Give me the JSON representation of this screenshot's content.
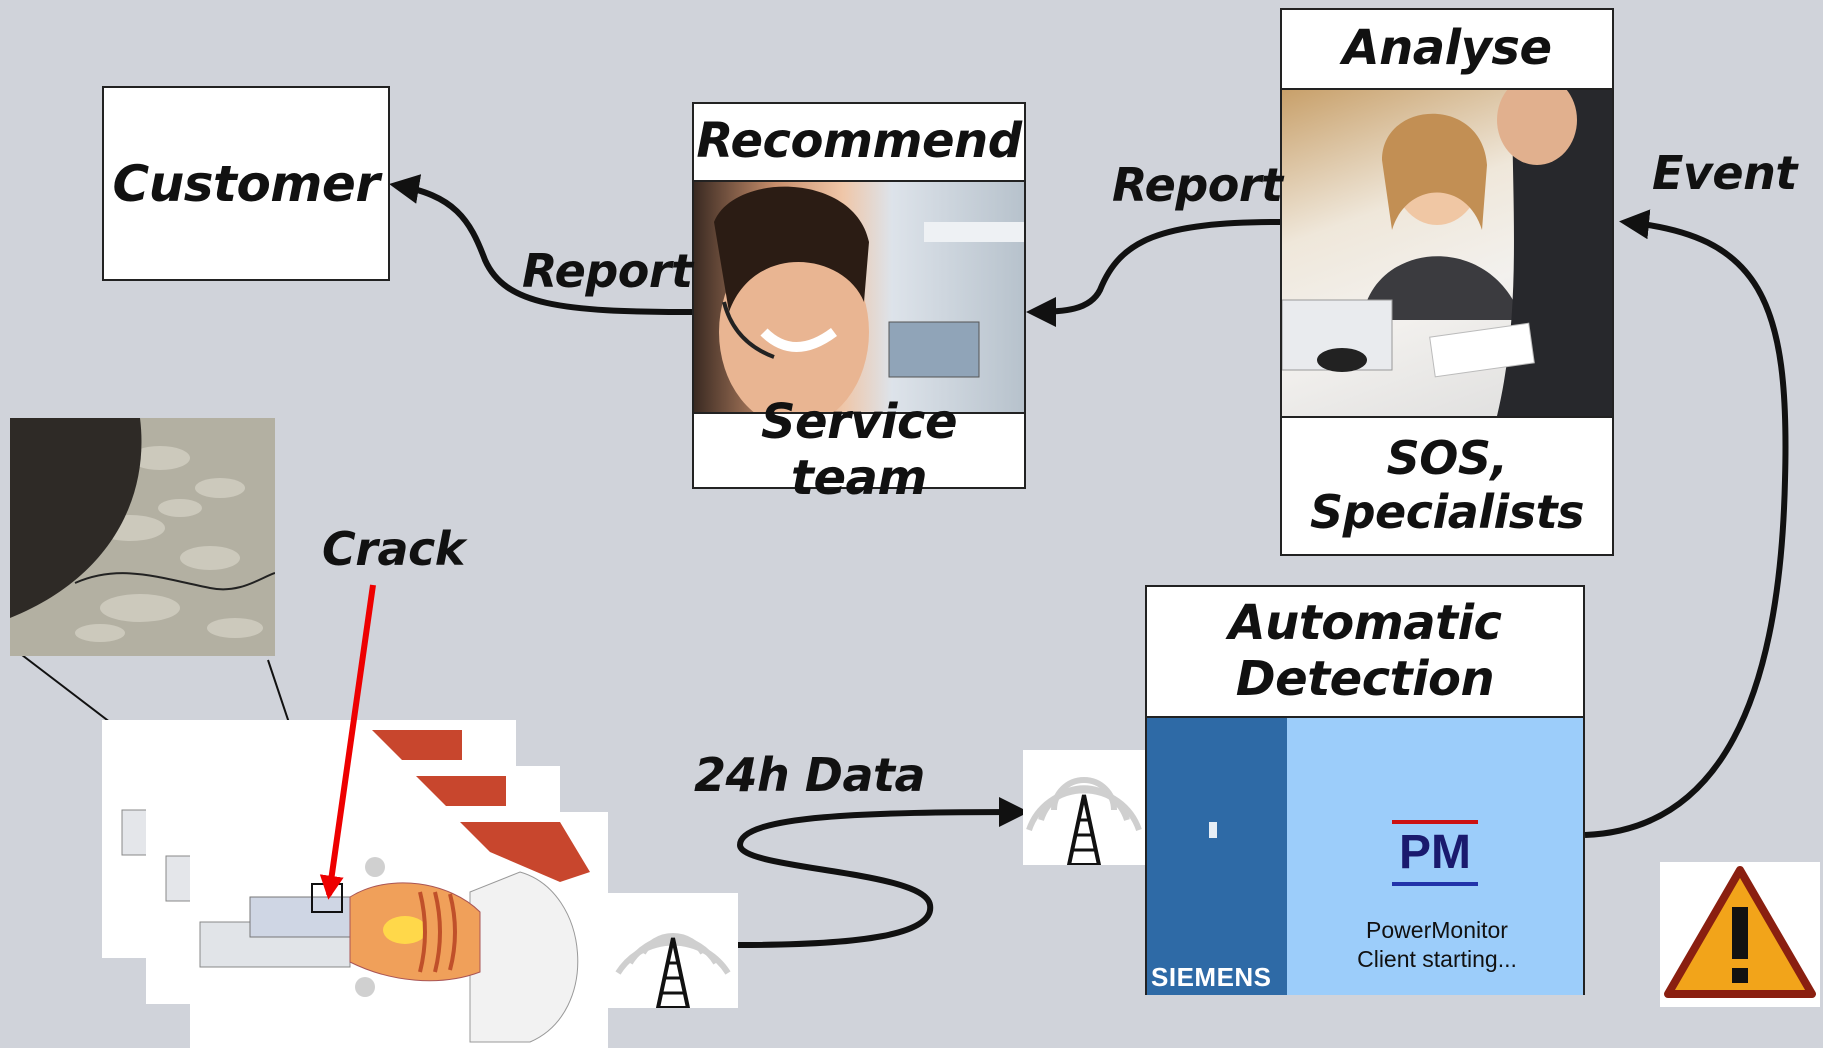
{
  "customer": {
    "label": "Customer"
  },
  "recommend": {
    "title": "Recommend",
    "subtitle": "Service team"
  },
  "analyse": {
    "title": "Analyse",
    "subtitle_line1": "SOS,",
    "subtitle_line2": "Specialists"
  },
  "detection": {
    "title_line1": "Automatic",
    "title_line2": "Detection"
  },
  "powermonitor": {
    "logo": "PM",
    "line1": "PowerMonitor",
    "line2": "Client starting...",
    "brand": "SIEMENS"
  },
  "labels": {
    "report_left": "Report",
    "report_right": "Report",
    "event": "Event",
    "data": "24h Data",
    "crack": "Crack"
  },
  "colors": {
    "pm_panel": "#9ccdfa",
    "pm_sidebar": "#2e6aa6",
    "crack_arrow": "#ee0000",
    "warning": "#f2a41a"
  }
}
